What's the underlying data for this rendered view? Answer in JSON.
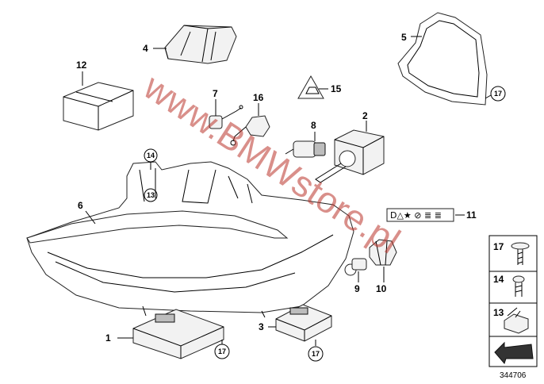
{
  "diagram": {
    "watermark": "www.BMWstore.pl",
    "reference_number": "344706",
    "legend_symbols": "D△★ ⊘ ≣ ≣",
    "callouts": {
      "c1": "1",
      "c2": "2",
      "c3": "3",
      "c4": "4",
      "c5": "5",
      "c6": "6",
      "c7": "7",
      "c8": "8",
      "c9": "9",
      "c10": "10",
      "c11": "11",
      "c12": "12",
      "c13": "13",
      "c14": "14",
      "c15": "15",
      "c16": "16",
      "c17a": "17",
      "c17b": "17",
      "c17c": "17"
    },
    "circled": {
      "k14": "14",
      "k13": "13"
    },
    "side_panel": {
      "items": [
        {
          "label": "17",
          "icon": "torx-screw-icon"
        },
        {
          "label": "14",
          "icon": "hex-screw-icon"
        },
        {
          "label": "13",
          "icon": "clip-nut-icon"
        }
      ],
      "last_icon": "arrow-indicator-icon"
    }
  }
}
